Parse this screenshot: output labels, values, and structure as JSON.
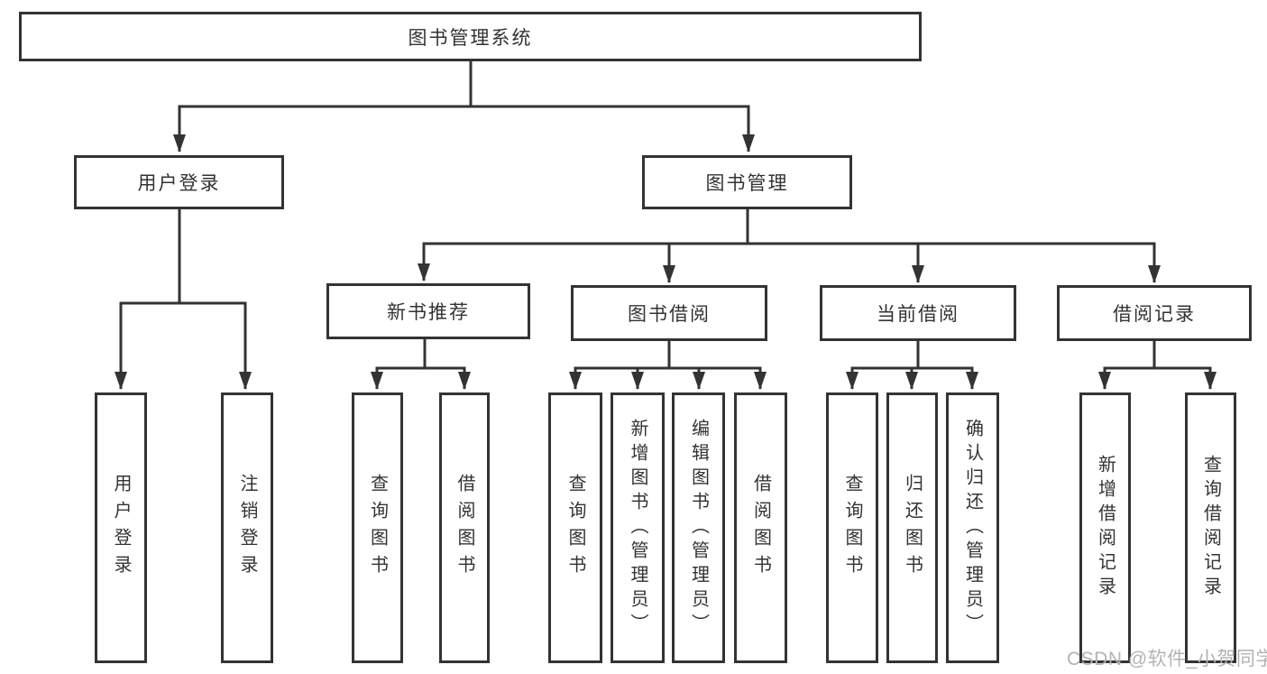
{
  "diagram": {
    "type": "hierarchy-tree",
    "watermark": "CSDN @软件_小贺同学",
    "colors": {
      "border": "#333333",
      "line": "#333333",
      "text": "#333333",
      "watermark": "#b3b3b3",
      "background": "#ffffff"
    },
    "nodes": {
      "root": "图书管理系统",
      "user_login": "用户登录",
      "book_mgmt": "图书管理",
      "new_book_rec": "新书推荐",
      "book_borrow": "图书借阅",
      "current_borrow": "当前借阅",
      "borrow_records": "借阅记录",
      "leaf_login": "用户登录",
      "leaf_logout": "注销登录",
      "leaf_nb_query": "查询图书",
      "leaf_nb_borrow": "借阅图书",
      "leaf_bb_query": "查询图书",
      "leaf_bb_add": "新增图书（管理员）",
      "leaf_bb_edit": "编辑图书（管理员）",
      "leaf_bb_borrow": "借阅图书",
      "leaf_cb_query": "查询图书",
      "leaf_cb_return": "归还图书",
      "leaf_cb_confirm": "确认归还（管理员）",
      "leaf_br_add": "新增借阅记录",
      "leaf_br_query": "查询借阅记录"
    },
    "hierarchy": {
      "图书管理系统": {
        "用户登录": [
          "用户登录",
          "注销登录"
        ],
        "图书管理": {
          "新书推荐": [
            "查询图书",
            "借阅图书"
          ],
          "图书借阅": [
            "查询图书",
            "新增图书（管理员）",
            "编辑图书（管理员）",
            "借阅图书"
          ],
          "当前借阅": [
            "查询图书",
            "归还图书",
            "确认归还（管理员）"
          ],
          "借阅记录": [
            "新增借阅记录",
            "查询借阅记录"
          ]
        }
      }
    }
  }
}
